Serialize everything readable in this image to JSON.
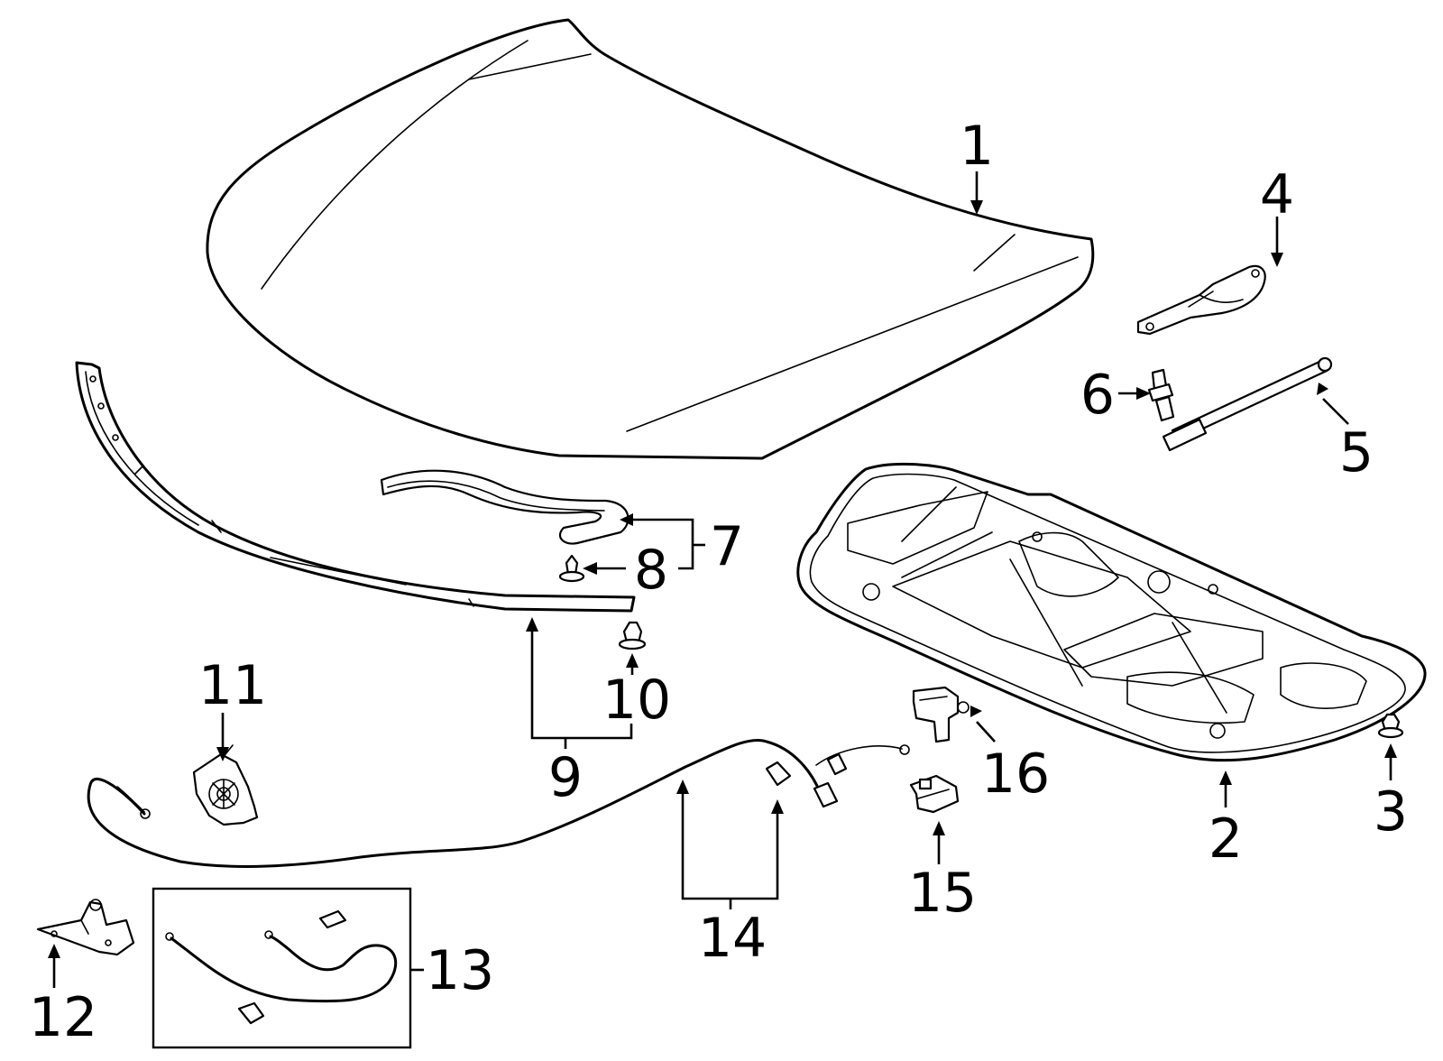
{
  "diagram": {
    "callouts": [
      {
        "id": "1",
        "label": "1",
        "part": "hood-panel"
      },
      {
        "id": "2",
        "label": "2",
        "part": "hood-insulator"
      },
      {
        "id": "3",
        "label": "3",
        "part": "insulator-clip"
      },
      {
        "id": "4",
        "label": "4",
        "part": "hood-hinge"
      },
      {
        "id": "5",
        "label": "5",
        "part": "support-strut"
      },
      {
        "id": "6",
        "label": "6",
        "part": "strut-stud"
      },
      {
        "id": "7",
        "label": "7",
        "part": "seal-assembly"
      },
      {
        "id": "8",
        "label": "8",
        "part": "seal-clip"
      },
      {
        "id": "9",
        "label": "9",
        "part": "front-seal-strip"
      },
      {
        "id": "10",
        "label": "10",
        "part": "push-clip"
      },
      {
        "id": "11",
        "label": "11",
        "part": "release-handle"
      },
      {
        "id": "12",
        "label": "12",
        "part": "hood-latch"
      },
      {
        "id": "13",
        "label": "13",
        "part": "release-cable-kit"
      },
      {
        "id": "14",
        "label": "14",
        "part": "release-cable"
      },
      {
        "id": "15",
        "label": "15",
        "part": "cable-retainer"
      },
      {
        "id": "16",
        "label": "16",
        "part": "latch-sensor"
      }
    ]
  }
}
